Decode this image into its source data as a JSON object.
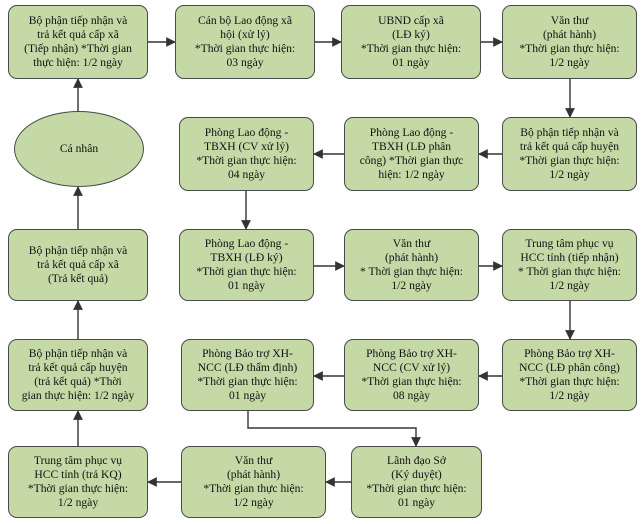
{
  "diagram": {
    "nodes": {
      "n1": {
        "lines": [
          "Bộ phận tiếp nhận và",
          "trả kết quả cấp xã",
          "(Tiếp nhận) *Thời gian",
          "thực hiện:  1/2 ngày"
        ]
      },
      "n2": {
        "lines": [
          "Cán bộ Lao động xã",
          "hội (xử lý)",
          "*Thời gian thực hiện:",
          "03 ngày"
        ]
      },
      "n3": {
        "lines": [
          "UBND cấp xã",
          "(LĐ ký)",
          "*Thời gian thực hiện:",
          "01 ngày"
        ]
      },
      "n4": {
        "lines": [
          "Văn thư",
          "(phát hành)",
          "*Thời gian thực hiện:",
          "1/2 ngày"
        ]
      },
      "n5": {
        "lines": [
          "Bộ phận tiếp nhận và",
          "trả kết quả cấp huyện",
          "*Thời gian thực hiện:",
          "1/2 ngày"
        ]
      },
      "n6": {
        "lines": [
          "Phòng Lao động -",
          "TBXH (LĐ phân",
          "công)  *Thời gian thực",
          "hiện:  1/2 ngày"
        ]
      },
      "n7": {
        "lines": [
          "Phòng Lao động -",
          "TBXH (CV xử lý)",
          "*Thời gian thực hiện:",
          "04 ngày"
        ]
      },
      "n8": {
        "lines": [
          "Phòng Lao động -",
          "TBXH (LĐ ký)",
          "*Thời gian thực hiện:",
          "01 ngày"
        ]
      },
      "n9": {
        "lines": [
          "Văn thư",
          "(phát hành)",
          "* Thời gian thực hiện:",
          "1/2 ngày"
        ]
      },
      "n10": {
        "lines": [
          "Trung tâm phục vụ",
          "HCC tỉnh (tiếp nhận)",
          "* Thời gian thực hiện:",
          "1/2  ngày"
        ]
      },
      "n11": {
        "lines": [
          "Phòng Bảo trợ XH-",
          "NCC (LĐ phân công)",
          "*Thời gian thực hiện:",
          "1/2 ngày"
        ]
      },
      "n12": {
        "lines": [
          "Phòng Bảo trợ XH-",
          "NCC (CV xử lý)",
          "*Thời gian thực hiện:",
          "08  ngày"
        ]
      },
      "n13": {
        "lines": [
          "Phòng Bảo trợ XH-",
          "NCC (LĐ thẩm định)",
          "*Thời gian thực hiện:",
          "01 ngày"
        ]
      },
      "n14": {
        "lines": [
          "Lãnh đạo Sở",
          "(Ký duyệt)",
          "*Thời gian thực hiện:",
          "01 ngày"
        ]
      },
      "n15": {
        "lines": [
          "Văn thư",
          "(phát hành)",
          "*Thời gian thực hiện:",
          "1/2 ngày"
        ]
      },
      "n16": {
        "lines": [
          "Trung tâm phục vụ",
          "HCC tỉnh (trả KQ)",
          "*Thời gian thực hiện:",
          "1/2 ngày"
        ]
      },
      "n17": {
        "lines": [
          "Bộ phận tiếp nhận và",
          "trả kết quả cấp huyện",
          "(trả kết quả) *Thời",
          "gian thực hiện:  1/2 ngày"
        ]
      },
      "n18": {
        "lines": [
          "Bộ phận tiếp nhận và",
          "trả kết quả cấp xã",
          "(Trả kết quả)",
          ""
        ]
      },
      "n19": {
        "lines": [
          "Cá nhân",
          "",
          "",
          ""
        ]
      }
    },
    "edges": [
      [
        "n1",
        "n2"
      ],
      [
        "n2",
        "n3"
      ],
      [
        "n3",
        "n4"
      ],
      [
        "n4",
        "n5"
      ],
      [
        "n5",
        "n6"
      ],
      [
        "n6",
        "n7"
      ],
      [
        "n7",
        "n8"
      ],
      [
        "n8",
        "n9"
      ],
      [
        "n9",
        "n10"
      ],
      [
        "n10",
        "n11"
      ],
      [
        "n11",
        "n12"
      ],
      [
        "n12",
        "n13"
      ],
      [
        "n13",
        "n14"
      ],
      [
        "n14",
        "n15"
      ],
      [
        "n15",
        "n16"
      ],
      [
        "n16",
        "n17"
      ],
      [
        "n17",
        "n18"
      ],
      [
        "n18",
        "n19"
      ],
      [
        "n19",
        "n1"
      ]
    ],
    "colors": {
      "node_fill": "#c4d9a6",
      "node_border": "#4a4a4a",
      "arrow": "#333333"
    }
  }
}
